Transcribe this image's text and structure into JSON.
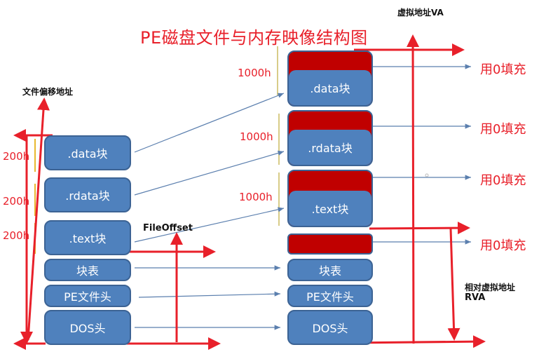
{
  "title": "PE磁盘文件与内存映像结构图",
  "labels": {
    "file_offset_axis": "文件偏移地址",
    "virtual_address_axis": "虚拟地址VA",
    "file_offset": "FileOffset",
    "rva_line1": "相对虚拟地址",
    "rva_line2": "RVA"
  },
  "disk_file": {
    "blocks": [
      {
        "label": ".data块",
        "size_label": "200h"
      },
      {
        "label": ".rdata块",
        "size_label": "200h"
      },
      {
        "label": ".text块",
        "size_label": "200h"
      },
      {
        "label": "块表"
      },
      {
        "label": "PE文件头"
      },
      {
        "label": "DOS头"
      }
    ]
  },
  "memory_image": {
    "blocks": [
      {
        "label": ".data块",
        "size_label": "1000h",
        "fill_label": "用0填充"
      },
      {
        "label": ".rdata块",
        "size_label": "1000h",
        "fill_label": "用0填充"
      },
      {
        "label": ".text块",
        "size_label": "1000h",
        "fill_label": "用0填充"
      },
      {
        "label": "",
        "fill_label": "用0填充"
      },
      {
        "label": "块表"
      },
      {
        "label": "PE文件头"
      },
      {
        "label": "DOS头"
      }
    ]
  },
  "colors": {
    "section_blue": "#4f81bd",
    "padding_red": "#c00000",
    "arrow_red": "#e8202a",
    "connector_blue": "#5b7fae",
    "bracket_yellow": "#e8b830"
  }
}
